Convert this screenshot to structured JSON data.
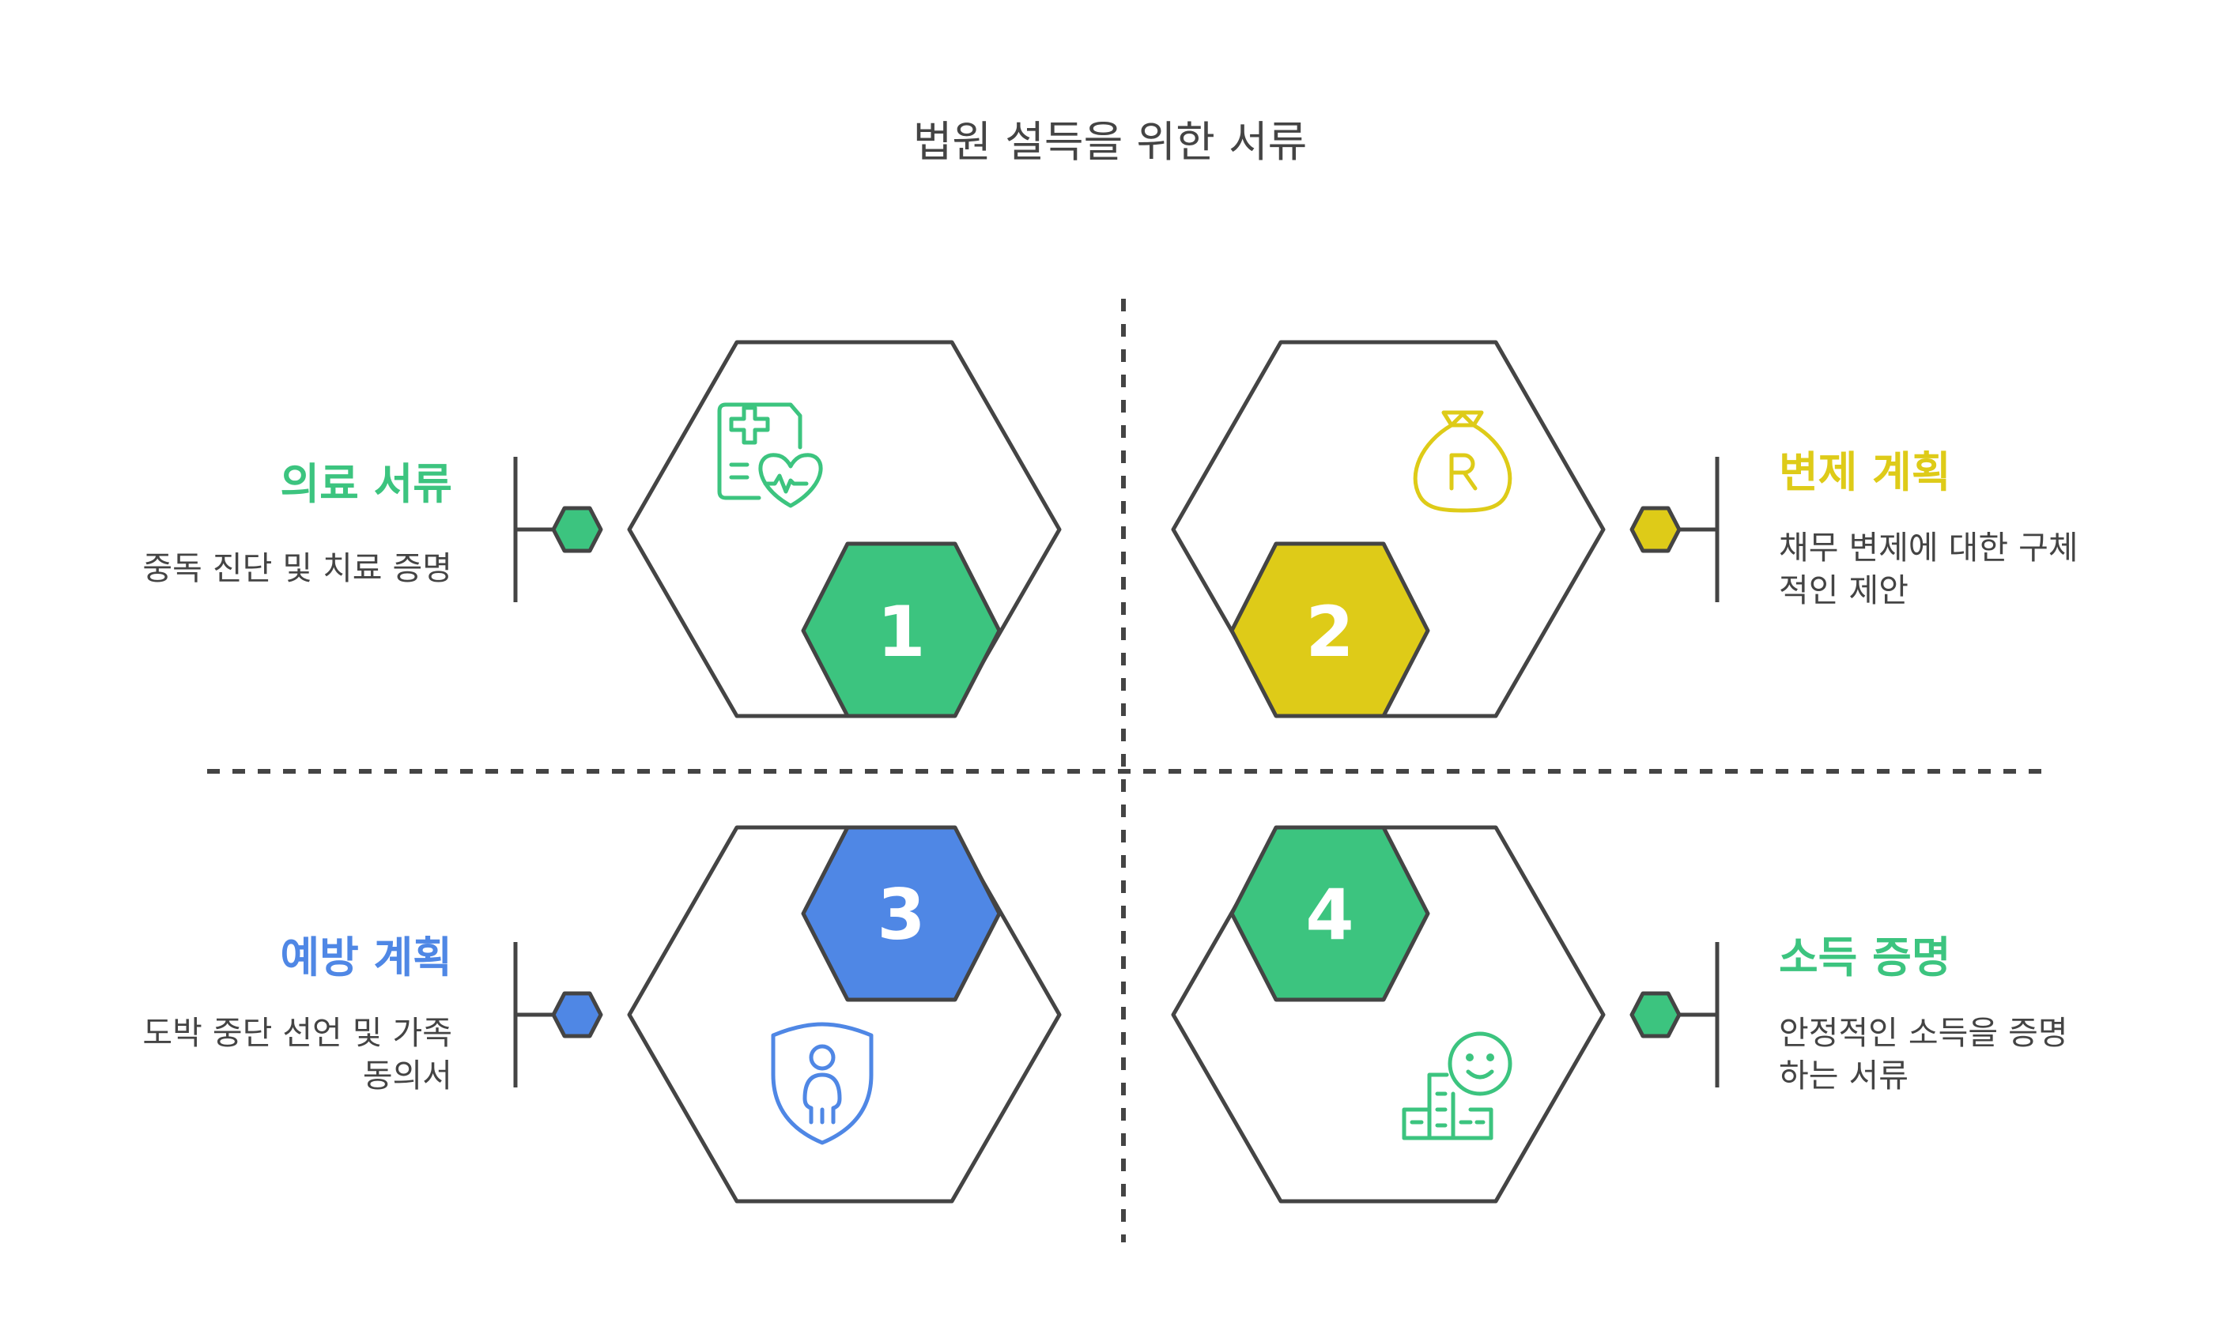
{
  "title": "법원 설득을 위한 서류",
  "colors": {
    "green": "#3cc47f",
    "yellow": "#decb18",
    "blue": "#4f87e5",
    "line": "#444444"
  },
  "items": [
    {
      "number": "1",
      "heading": "의료 서류",
      "lines": [
        "중독 진단 및 치료 증명"
      ],
      "color": "#3cc47f",
      "icon": "medical-record-heart-icon"
    },
    {
      "number": "2",
      "heading": "변제 계획",
      "lines": [
        "채무 변제에 대한 구체",
        "적인 제안"
      ],
      "color": "#decb18",
      "icon": "money-bag-icon"
    },
    {
      "number": "3",
      "heading": "예방 계획",
      "lines": [
        "도박 중단 선언 및 가족",
        "동의서"
      ],
      "color": "#4f87e5",
      "icon": "shield-person-icon"
    },
    {
      "number": "4",
      "heading": "소득 증명",
      "lines": [
        "안정적인 소득을 증명",
        "하는 서류"
      ],
      "color": "#3cc47f",
      "icon": "smiley-building-icon"
    }
  ]
}
